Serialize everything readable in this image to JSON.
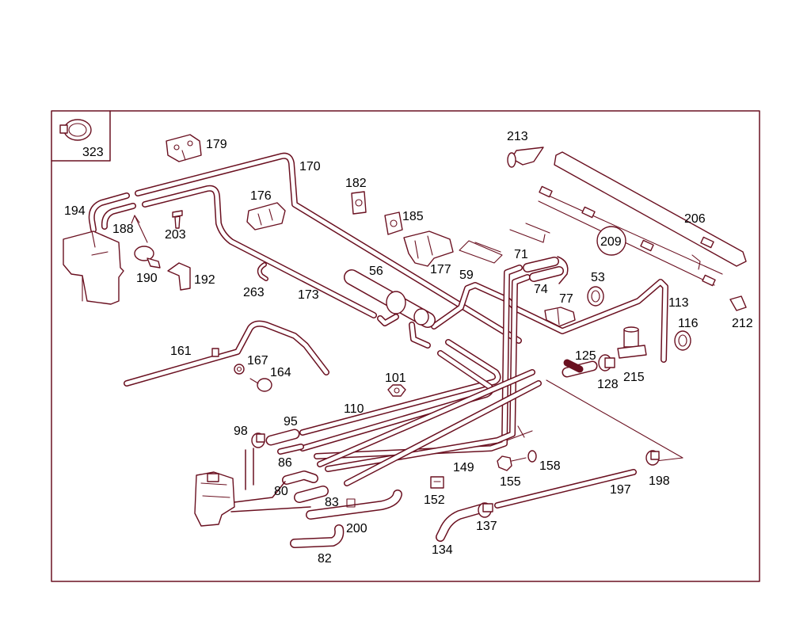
{
  "diagram": {
    "line_color": "#6a1020",
    "label_color": "#000000",
    "inset_label": "323",
    "circled_label": "209",
    "labels": [
      "179",
      "170",
      "182",
      "176",
      "185",
      "213",
      "206",
      "194",
      "188",
      "203",
      "190",
      "192",
      "177",
      "71",
      "263",
      "56",
      "59",
      "74",
      "53",
      "173",
      "77",
      "113",
      "116",
      "212",
      "161",
      "167",
      "164",
      "125",
      "128",
      "215",
      "101",
      "110",
      "95",
      "98",
      "86",
      "149",
      "155",
      "158",
      "198",
      "80",
      "83",
      "152",
      "197",
      "200",
      "137",
      "82",
      "134"
    ]
  }
}
